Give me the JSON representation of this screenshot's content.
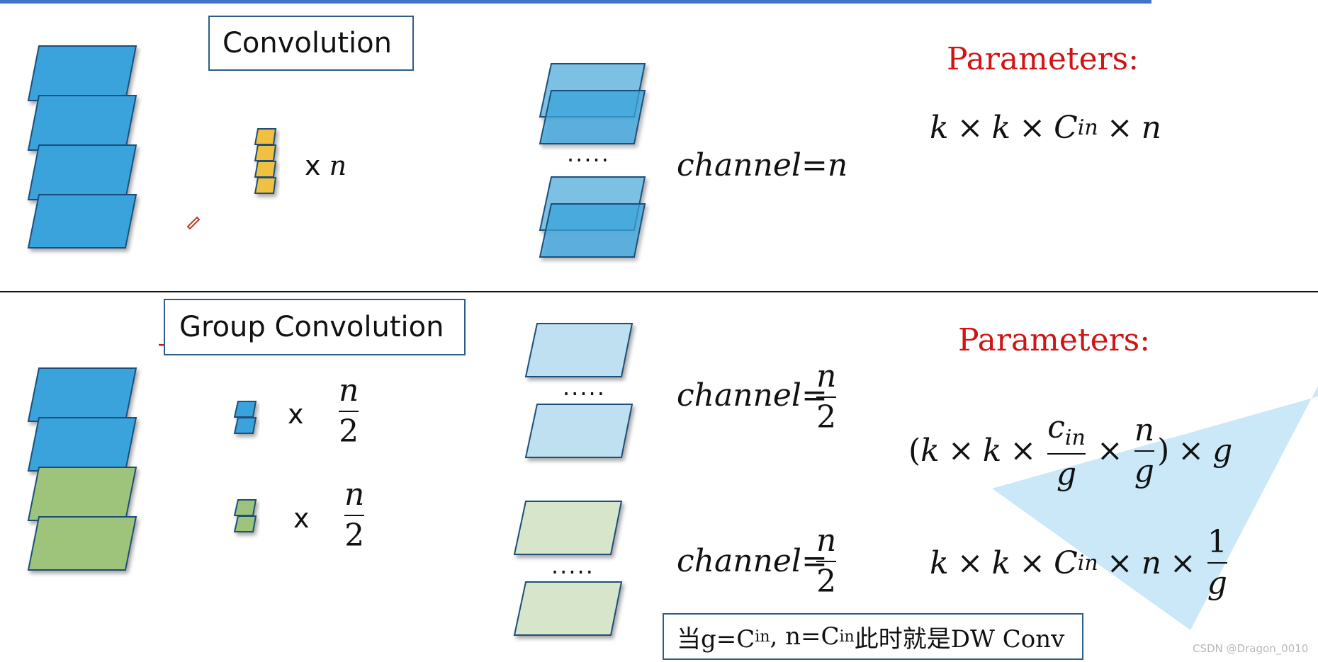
{
  "top_section": {
    "title": "Convolution",
    "kernel_multiplier": "x",
    "kernel_count": "n",
    "dots": ".....",
    "channel_label": "channel=n",
    "parameters_label": "Parameters:",
    "formula": {
      "k1": "k",
      "times": "×",
      "k2": "k",
      "c": "C",
      "c_sub": "in",
      "n": "n"
    }
  },
  "bottom_section": {
    "title": "Group Convolution",
    "group1": {
      "multiplier": "x",
      "num": "n",
      "den": "2"
    },
    "group2": {
      "multiplier": "x",
      "num": "n",
      "den": "2"
    },
    "dots1": ".....",
    "dots2": ".....",
    "channel1": {
      "label": "channel=",
      "num": "n",
      "den": "2"
    },
    "channel2": {
      "label": "channel=",
      "num": "n",
      "den": "2"
    },
    "parameters_label": "Parameters:",
    "formula1": {
      "open": "(",
      "k1": "k",
      "times": "×",
      "k2": "k",
      "c": "c",
      "c_sub": "in",
      "g": "g",
      "n": "n",
      "close": ")"
    },
    "formula2": {
      "k1": "k",
      "times": "×",
      "k2": "k",
      "c": "C",
      "c_sub": "in",
      "n": "n",
      "one": "1",
      "g": "g"
    },
    "note": {
      "prefix": "当g=C",
      "sub1": "in",
      "middle": ", n=C",
      "sub2": "in",
      "suffix": "此时就是DW Conv"
    }
  },
  "watermark": "CSDN @Dragon_0010",
  "colors": {
    "blue_layer": "#3aa3dc",
    "green_layer": "#9dc47a",
    "kernel_yellow": "#f0c040",
    "light_blue": "#7cc0e4",
    "pale_blue": "#bfe0f0",
    "pale_green": "#d7e6cb",
    "red_text": "#d01414",
    "frame_blue": "#2f5d8a"
  }
}
